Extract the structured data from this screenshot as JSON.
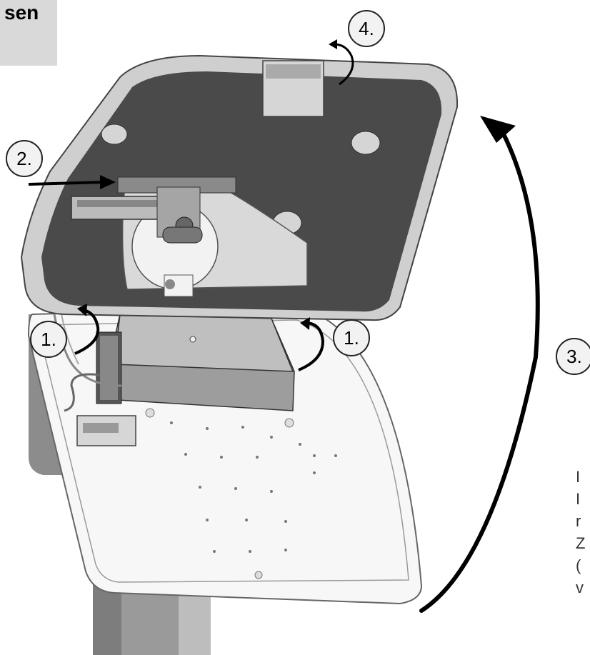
{
  "title": {
    "text": "sen"
  },
  "steps": {
    "step_1_left": "1.",
    "step_1_right": "1.",
    "step_2": "2.",
    "step_3": "3.",
    "step_4": "4."
  },
  "side_text_lines": [
    "I",
    "I",
    "r",
    "Z",
    "(",
    "v"
  ],
  "colors": {
    "title_bg": "#d9d9d9",
    "housing_dark": "#4a4a4a",
    "housing_rim": "#cfcfcf",
    "base_plate": "#f7f7f7",
    "arrow": "#000000"
  },
  "icons": [
    "open-arrow-icon",
    "insert-arrow-icon",
    "rotate-arrow-icon"
  ]
}
